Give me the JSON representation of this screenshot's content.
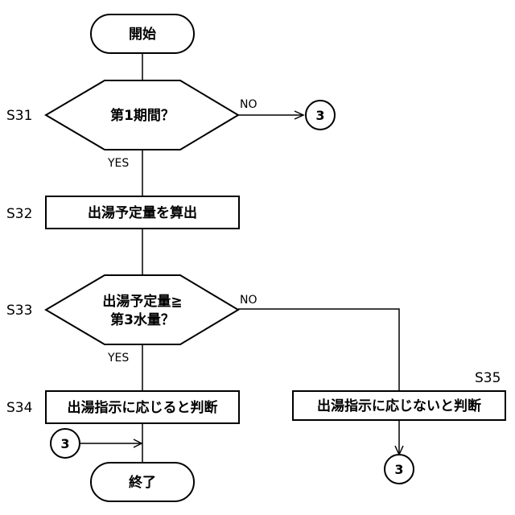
{
  "flowchart": {
    "start": "開始",
    "end": "終了",
    "s31": {
      "step": "S31",
      "text": "第1期間？",
      "yes": "YES",
      "no": "NO"
    },
    "s32": {
      "step": "S32",
      "text": "出湯予定量を算出"
    },
    "s33": {
      "step": "S33",
      "line1": "出湯予定量≧",
      "line2": "第3水量？",
      "yes": "YES",
      "no": "NO"
    },
    "s34": {
      "step": "S34",
      "text": "出湯指示に応じると判断"
    },
    "s35": {
      "step": "S35",
      "text": "出湯指示に応じないと判断"
    },
    "connector": "3"
  }
}
